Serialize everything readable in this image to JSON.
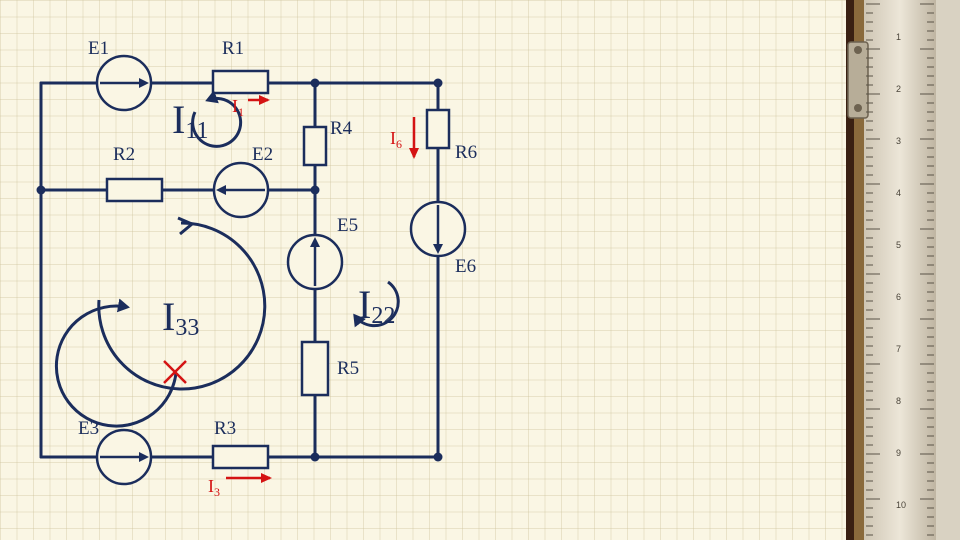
{
  "labels": {
    "E1": "E1",
    "E2": "E2",
    "E3": "E3",
    "E5": "E5",
    "E6": "E6",
    "R1": "R1",
    "R2": "R2",
    "R3": "R3",
    "R4": "R4",
    "R5": "R5",
    "R6": "R6"
  },
  "loops": {
    "I11": {
      "main": "I",
      "sub": "11"
    },
    "I22": {
      "main": "I",
      "sub": "22"
    },
    "I33": {
      "main": "I",
      "sub": "33"
    }
  },
  "currents": {
    "I1": {
      "main": "I",
      "sub": "1"
    },
    "I3": {
      "main": "I",
      "sub": "3"
    },
    "I6": {
      "main": "I",
      "sub": "6"
    }
  },
  "colors": {
    "wire": "#1b2d5c",
    "current": "#d41313",
    "paper": "#faf6e4"
  },
  "ruler": {
    "digits": [
      "1",
      "2",
      "3",
      "4",
      "5",
      "6",
      "7",
      "8",
      "9",
      "10"
    ]
  }
}
